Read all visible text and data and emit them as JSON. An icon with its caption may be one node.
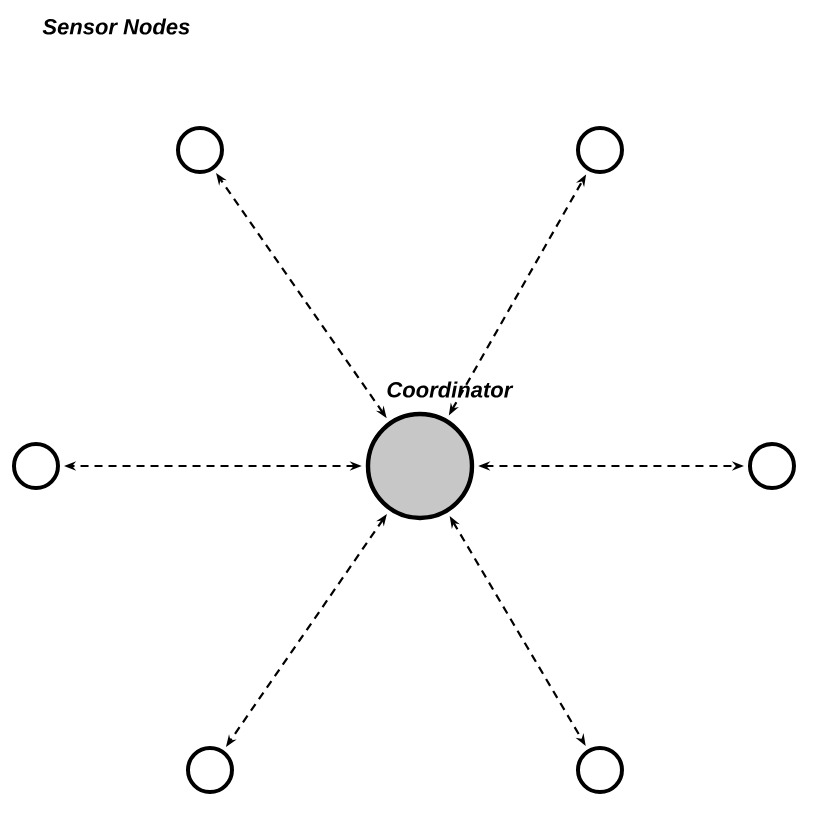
{
  "diagram": {
    "nodes": [
      {
        "text": [],
        "shape": "circle"
      },
      {
        "text": [],
        "shape": "circle"
      },
      {
        "text": [
          "Coordinator"
        ]
      },
      {
        "text": [],
        "shape": "circle"
      },
      {
        "text": [],
        "shape": "circle"
      },
      {
        "text": [],
        "shape": "circle"
      },
      {
        "text": [],
        "shape": "circle"
      }
    ],
    "edges": [
      {
        "from": 2,
        "to": 0,
        "arrow": "both",
        "style": "dashed"
      },
      {
        "from": 2,
        "to": 1,
        "arrow": "both",
        "style": "dashed"
      },
      {
        "from": 2,
        "to": 3,
        "arrow": "both",
        "style": "dashed"
      },
      {
        "from": 2,
        "to": 4,
        "arrow": "both",
        "style": "dashed"
      },
      {
        "from": 2,
        "to": 5,
        "arrow": "both",
        "style": "dashed"
      },
      {
        "from": 2,
        "to": 6,
        "arrow": "both",
        "style": "dashed"
      }
    ],
    "labels": [
      "Sensor Nodes"
    ]
  }
}
